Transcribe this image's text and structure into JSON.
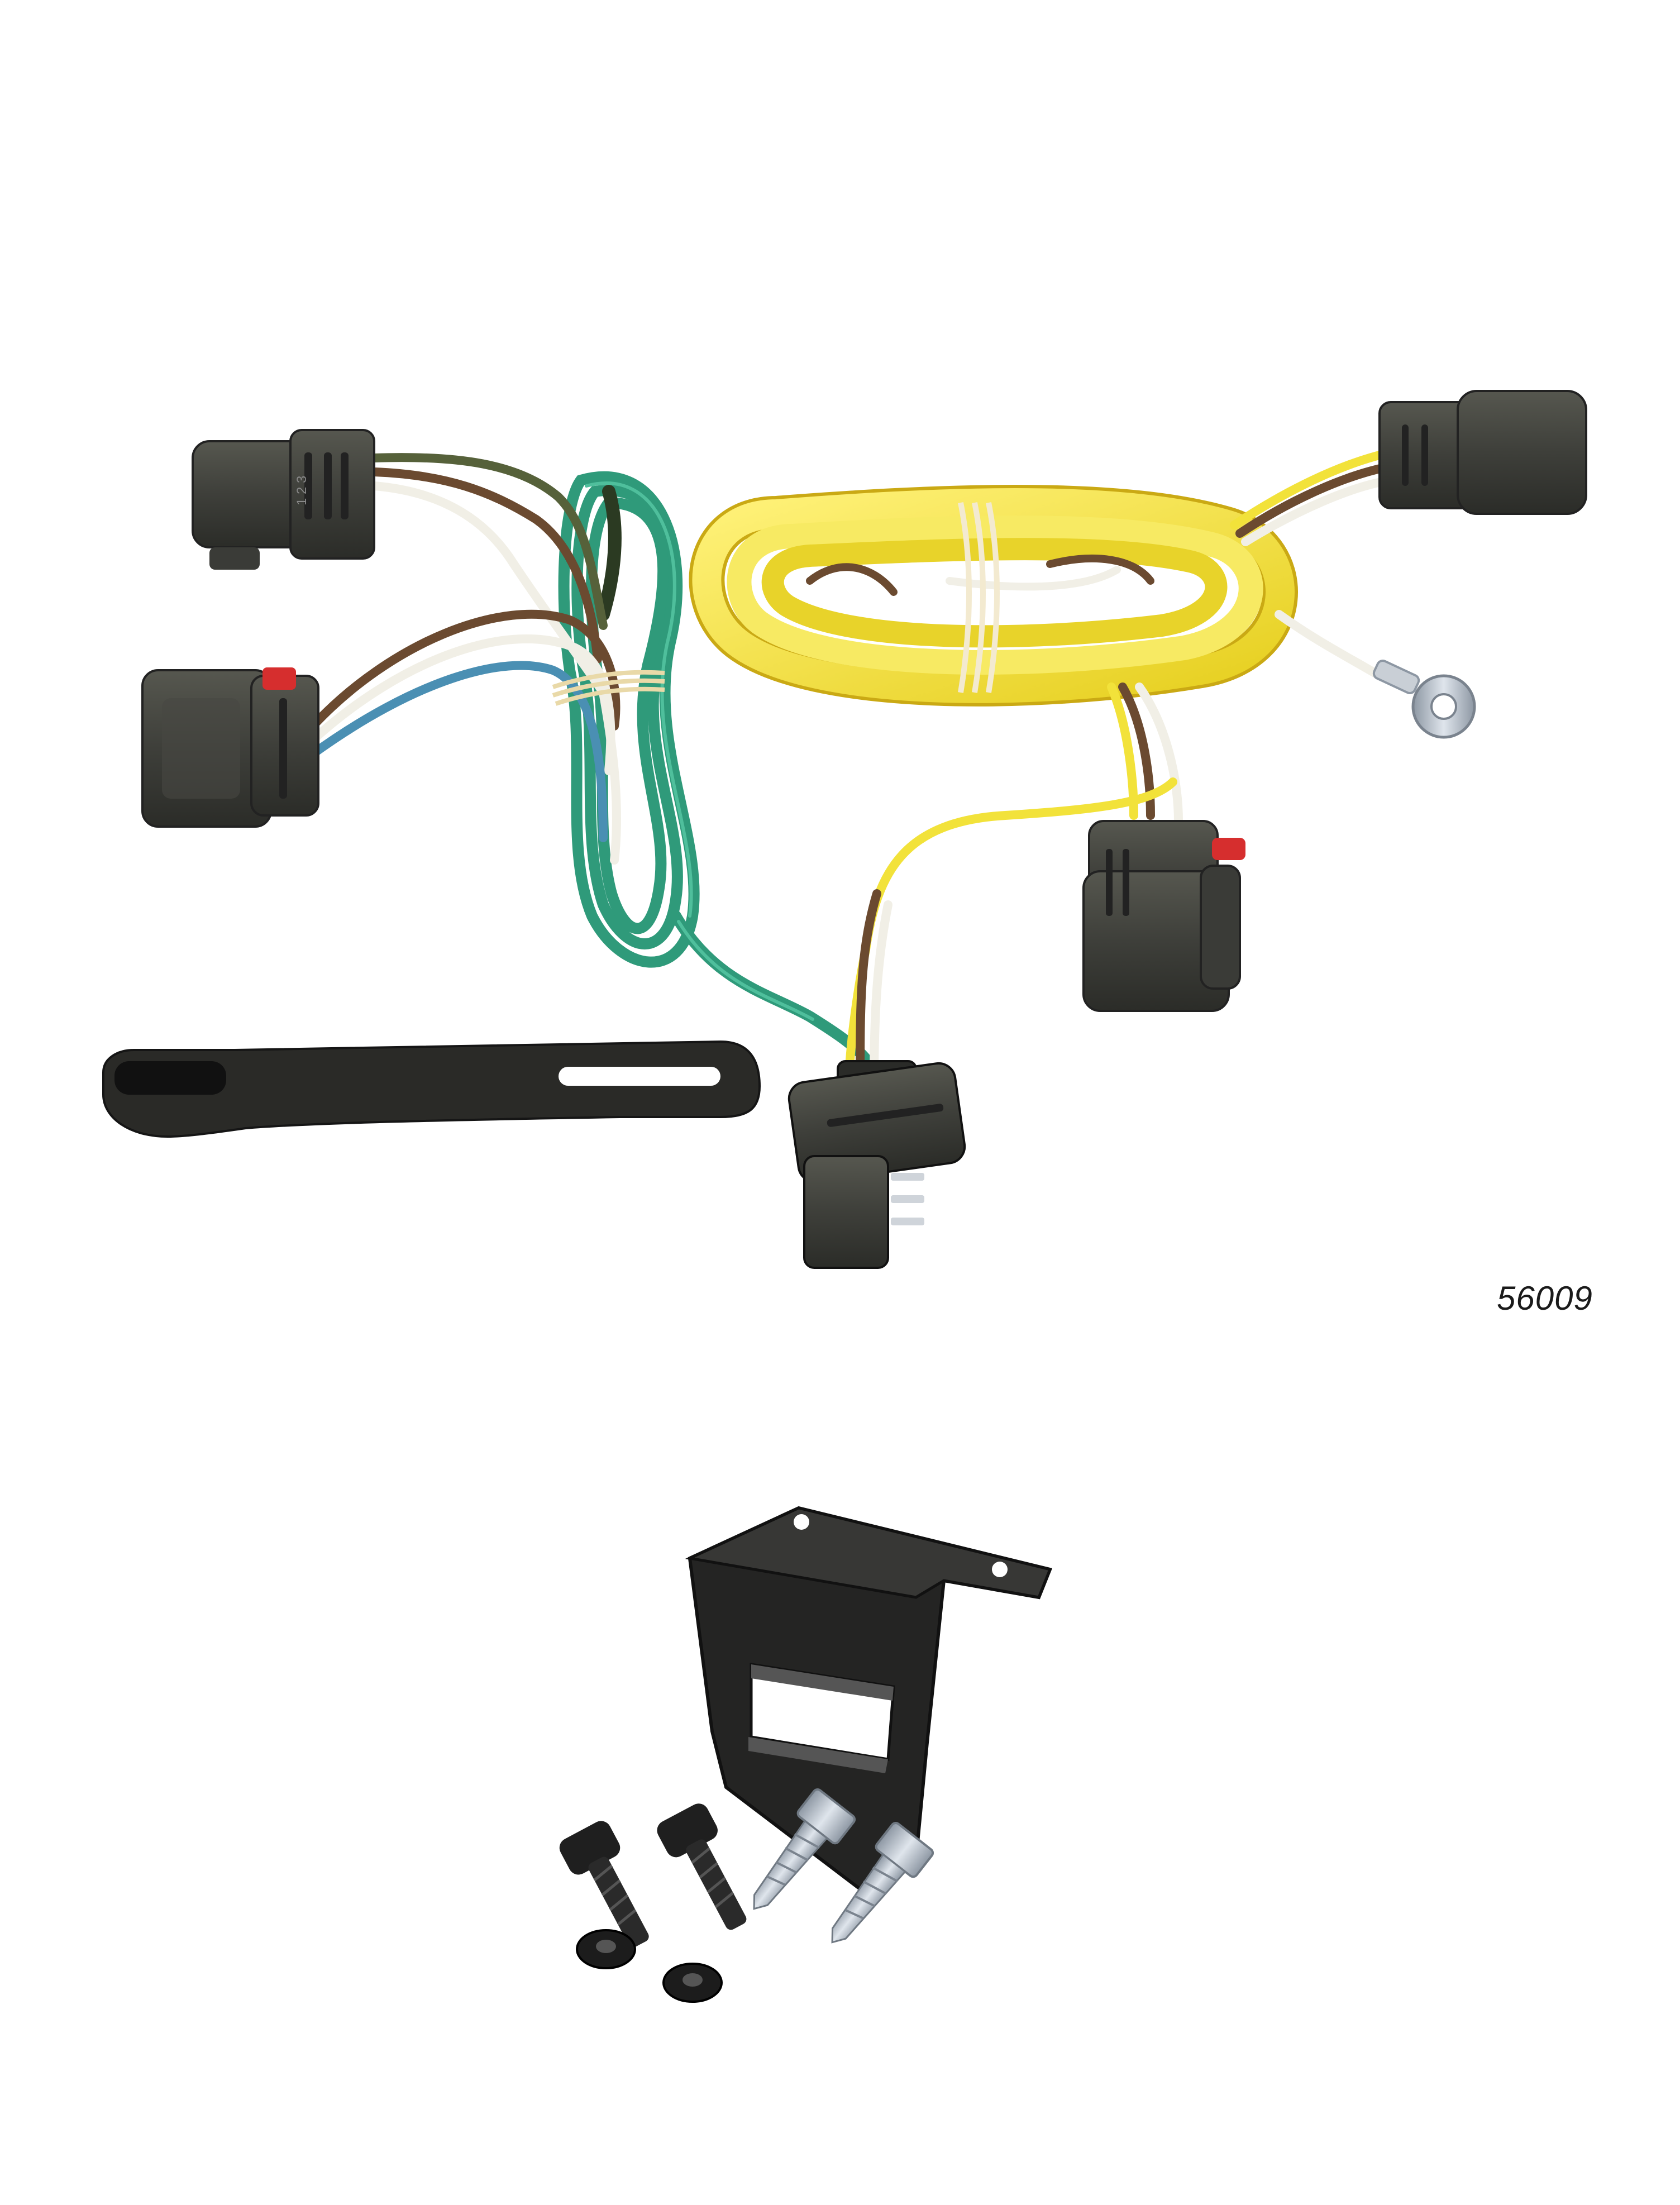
{
  "product": {
    "part_number": "56009"
  },
  "components": [
    {
      "name": "vehicle-connector-male",
      "icon": "connector-icon"
    },
    {
      "name": "vehicle-connector-female",
      "icon": "connector-icon"
    },
    {
      "name": "ground-wire-green",
      "icon": "wire-icon"
    },
    {
      "name": "yellow-flat-wire-bundle",
      "icon": "wire-icon"
    },
    {
      "name": "ring-terminal",
      "icon": "ring-terminal-icon"
    },
    {
      "name": "four-way-flat-connector",
      "icon": "connector-icon"
    },
    {
      "name": "mounting-strap",
      "icon": "strap-icon"
    },
    {
      "name": "mounting-bracket",
      "icon": "bracket-icon"
    },
    {
      "name": "bolts",
      "icon": "bolt-icon"
    },
    {
      "name": "self-tapping-screws",
      "icon": "screw-icon"
    },
    {
      "name": "lock-nuts",
      "icon": "nut-icon"
    }
  ],
  "colors": {
    "background": "#ffffff",
    "connector_body": "#3e3f3c",
    "yellow_wire": "#f2e23a",
    "green_wire": "#2f9a7a",
    "brown_wire": "#6b4a30",
    "white_wire": "#f1efe6",
    "blue_wire": "#4a8fb3",
    "release_tab": "#d62e2e",
    "hardware_black": "#1f1f1f",
    "zinc_screw": "#bfc6cf"
  }
}
